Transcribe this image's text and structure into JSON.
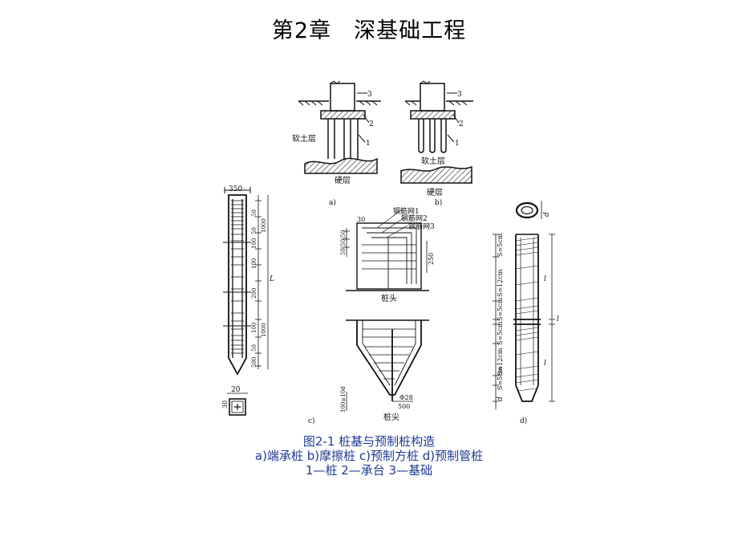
{
  "header": {
    "chapter": "第2章",
    "title": "深基础工程"
  },
  "figure": {
    "panel_a": {
      "letter": "a)",
      "callouts": [
        "3",
        "2",
        "1"
      ],
      "soft_label": "软土层",
      "hard_label": "硬层"
    },
    "panel_b": {
      "letter": "b)",
      "callouts": [
        "3",
        "2",
        "1"
      ],
      "soft_label": "软土层",
      "hard_label": "硬层"
    },
    "panel_c": {
      "letter": "c)",
      "width_dim": "350",
      "dims": [
        "50",
        "1000",
        "50",
        "100",
        "100",
        "L",
        "200",
        "1000",
        "100",
        "50",
        "500"
      ],
      "tip_dim": "20",
      "sec_dim": "30",
      "mesh_labels": [
        "钢筋网1",
        "钢筋网2",
        "钢筋网3"
      ],
      "head_dims": [
        "30",
        "50|50|50",
        "250"
      ],
      "head_label": "桩头",
      "tip_dims": [
        "Φ28",
        "500",
        "100≥10d"
      ],
      "tip_label": "桩尖"
    },
    "panel_d": {
      "letter": "d)",
      "ring_dim": "d",
      "spacings": [
        "S=5cm",
        "S=12cm",
        "S=5cm",
        "S=5cm",
        "S=12cm",
        "S=5cm"
      ],
      "len_labels": [
        "l",
        "l",
        "l",
        "d"
      ]
    }
  },
  "caption": {
    "line1": "图2-1    桩基与预制桩构造",
    "line2": "a)端承桩    b)摩擦桩    c)预制方桩    d)预制管桩",
    "line3": "1—桩    2—承台    3—基础"
  }
}
